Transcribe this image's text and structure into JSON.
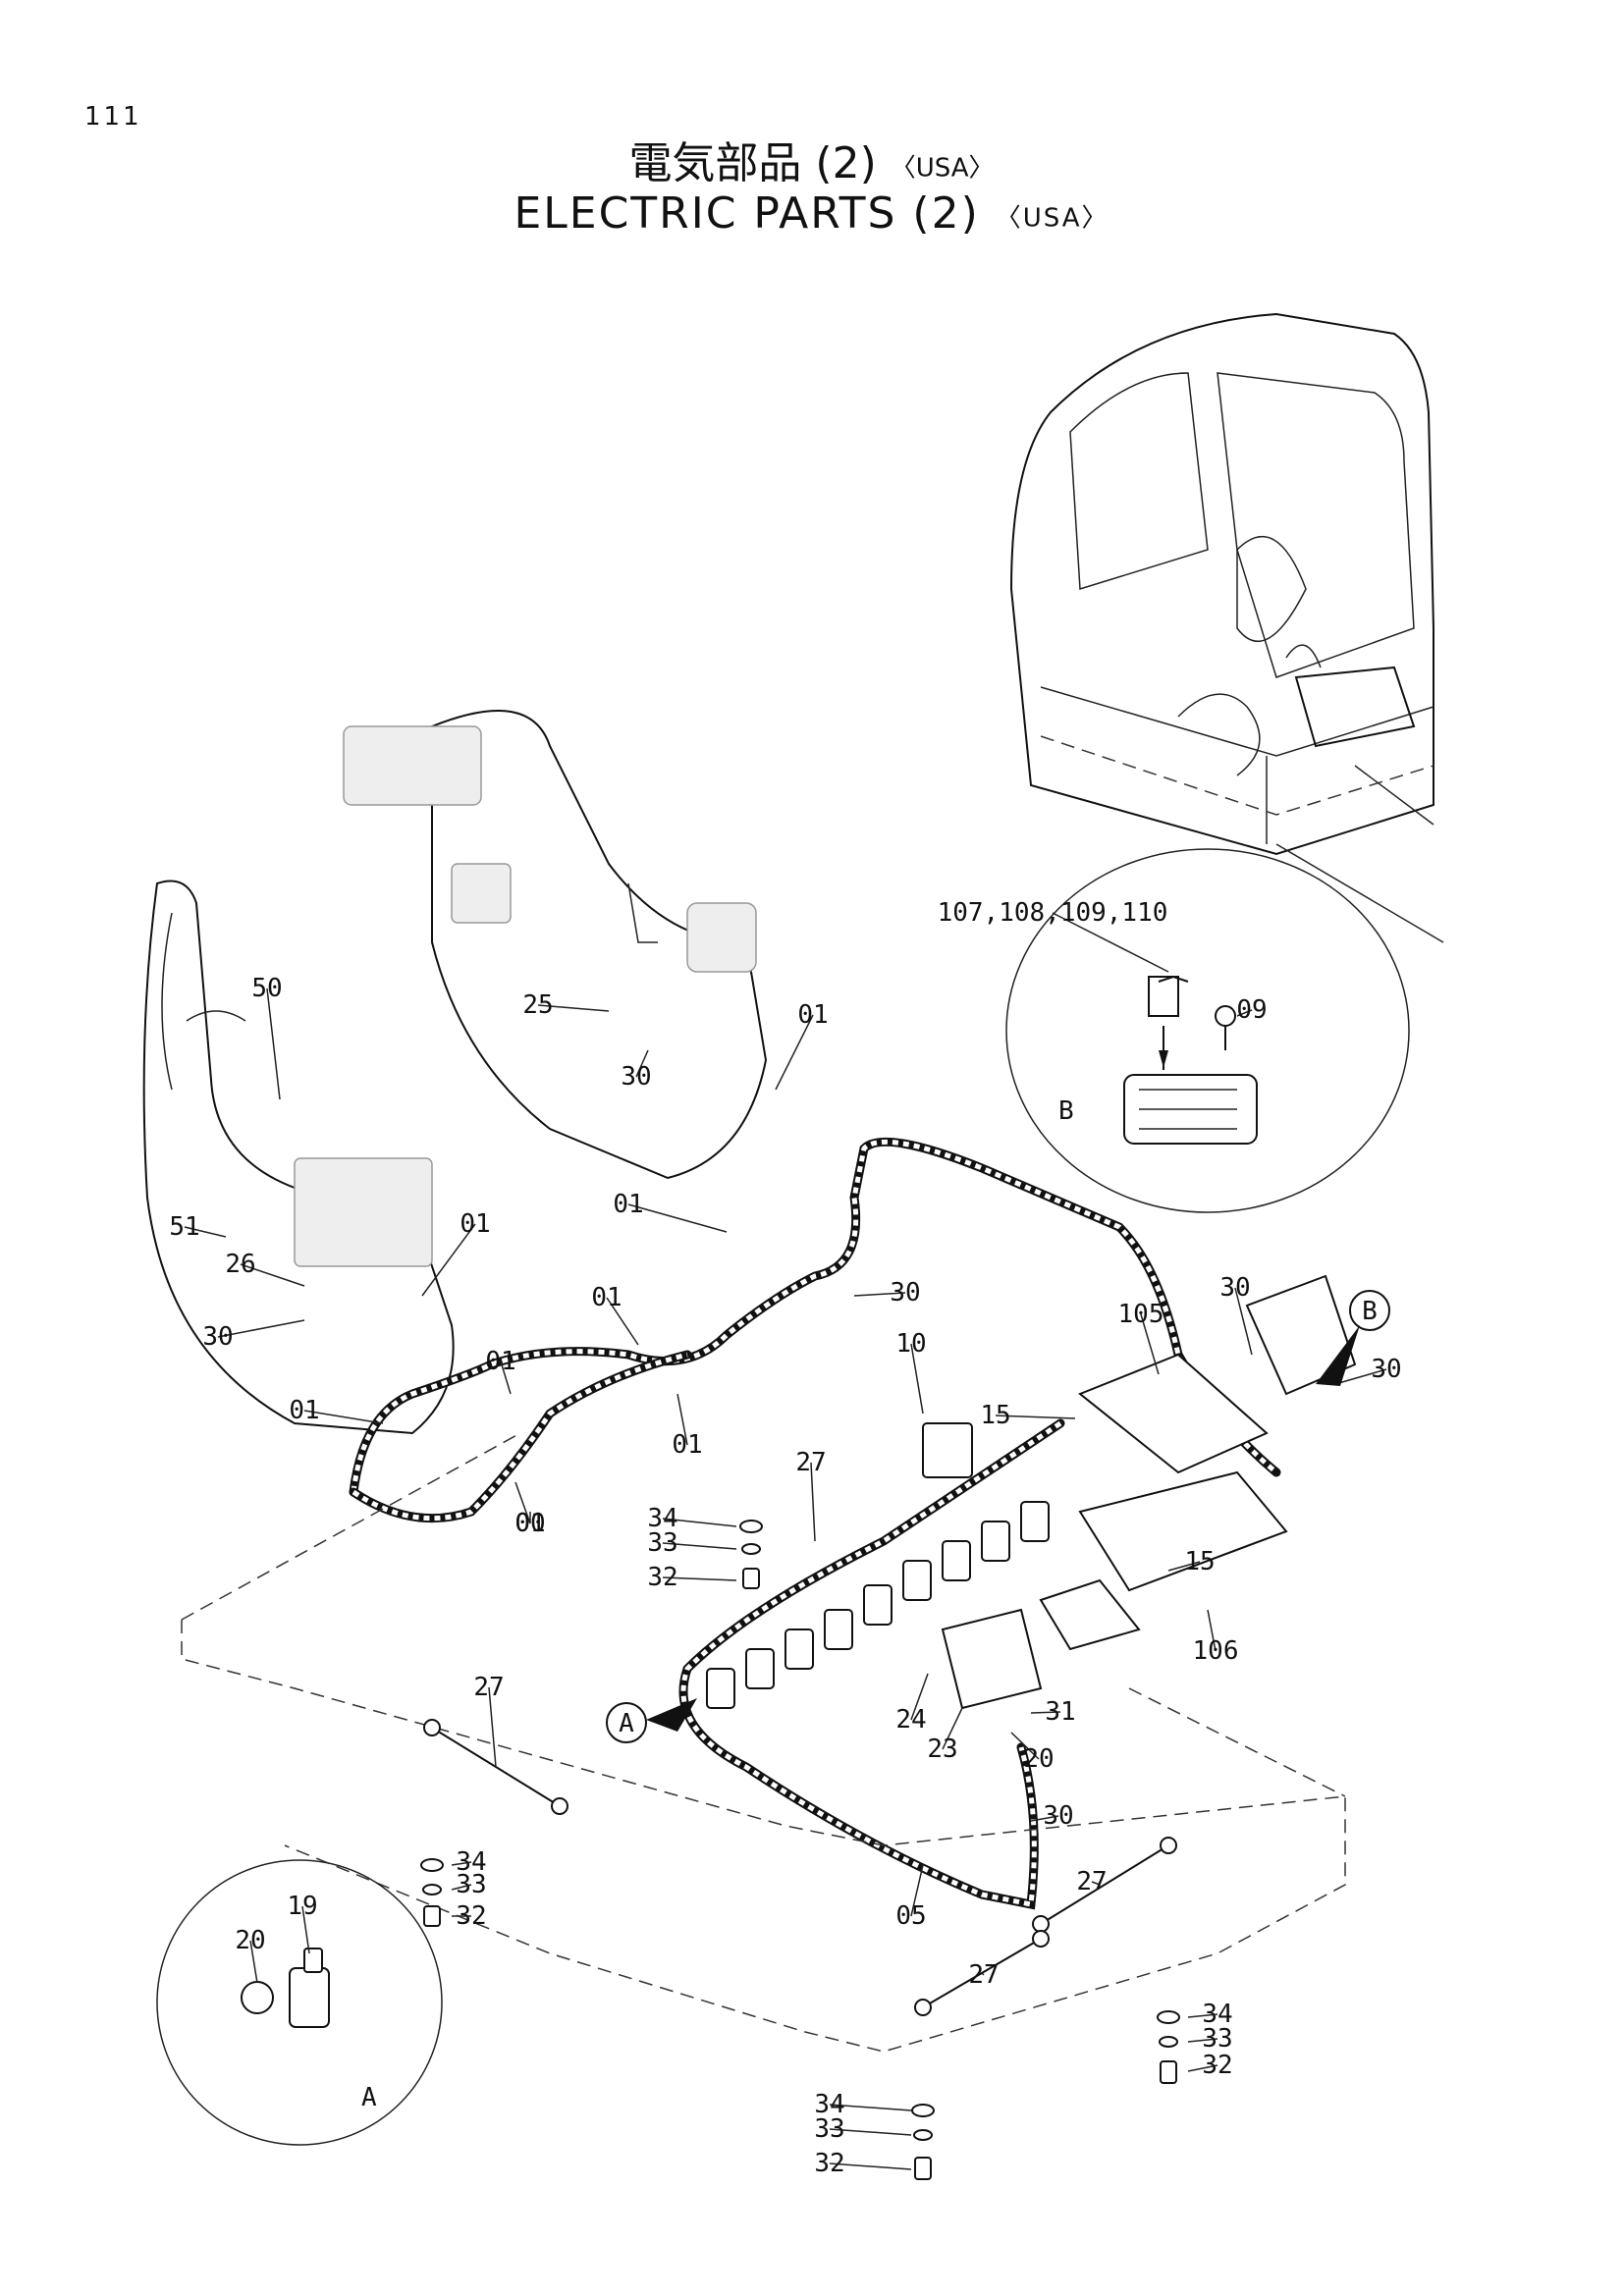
{
  "page": {
    "number": "111"
  },
  "title": {
    "jp": "電気部品 (2)",
    "en": "ELECTRIC PARTS (2)",
    "region": "〈USA〉"
  },
  "callouts": [
    "50",
    "51",
    "26",
    "30",
    "01",
    "01",
    "25",
    "30",
    "01",
    "01",
    "01",
    "01",
    "01",
    "00",
    "01",
    "30",
    "10",
    "15",
    "27",
    "34",
    "33",
    "32",
    "105",
    "30",
    "30",
    "15",
    "106",
    "24",
    "23",
    "31",
    "20",
    "30",
    "05",
    "27",
    "34",
    "33",
    "32",
    "27",
    "27",
    "34",
    "33",
    "32",
    "34",
    "33",
    "32",
    "20",
    "19",
    "107,108,109,110",
    "09"
  ],
  "detail_markers": {
    "a": "A",
    "b": "B"
  }
}
